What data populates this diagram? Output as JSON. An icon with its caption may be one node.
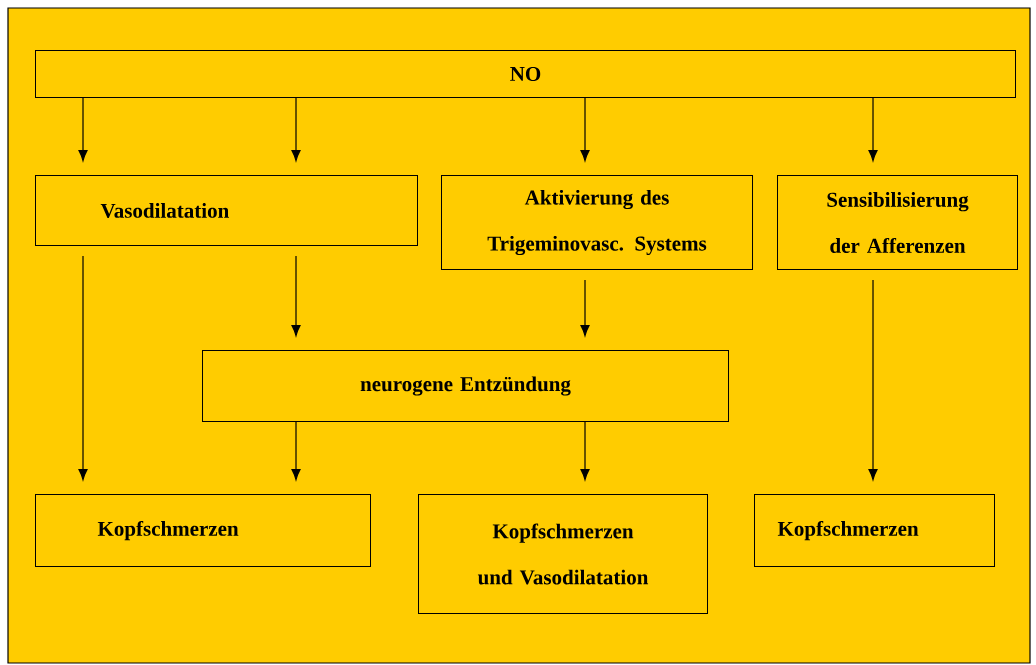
{
  "diagram": {
    "nodes": [
      {
        "text": [
          "NO"
        ]
      },
      {
        "text": [
          "Vasodilatation"
        ]
      },
      {
        "text": [
          "Aktivierung des Trigeminovasc. Systems"
        ]
      },
      {
        "text": [
          "Sensibilisierung der Afferenzen"
        ]
      },
      {
        "text": [
          "neurogene Entzündung"
        ]
      },
      {
        "text": [
          "Kopfschmerzen"
        ]
      },
      {
        "text": [
          "Kopfschmerzen und Vasodilatation"
        ]
      },
      {
        "text": [
          "Kopfschmerzen"
        ]
      }
    ],
    "edges": [
      {
        "from": 0,
        "to": 1,
        "arrow": "to"
      },
      {
        "from": 0,
        "to": 1,
        "arrow": "to"
      },
      {
        "from": 0,
        "to": 2,
        "arrow": "to"
      },
      {
        "from": 0,
        "to": 3,
        "arrow": "to"
      },
      {
        "from": 1,
        "to": 5,
        "arrow": "to"
      },
      {
        "from": 1,
        "to": 4,
        "arrow": "to"
      },
      {
        "from": 2,
        "to": 4,
        "arrow": "to"
      },
      {
        "from": 4,
        "to": 5,
        "arrow": "to"
      },
      {
        "from": 4,
        "to": 6,
        "arrow": "to"
      },
      {
        "from": 3,
        "to": 7,
        "arrow": "to"
      }
    ]
  }
}
